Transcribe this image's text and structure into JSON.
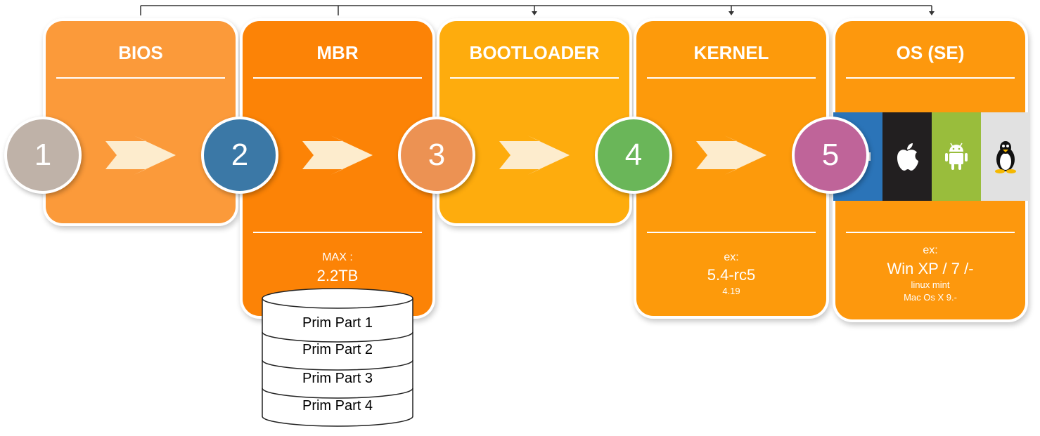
{
  "stages": [
    {
      "title": "BIOS",
      "color": "#fb9a3a"
    },
    {
      "title": "MBR",
      "color": "#fc8306",
      "info": {
        "label": "MAX :",
        "value": "2.2TB"
      }
    },
    {
      "title": "BOOTLOADER",
      "color": "#feac0d"
    },
    {
      "title": "KERNEL",
      "color": "#fd9a0b",
      "info": {
        "label": "ex:",
        "value": "5.4-rc5",
        "sub": "4.19"
      }
    },
    {
      "title": "OS (SE)",
      "color": "#fd980d",
      "info": {
        "label": "ex:",
        "value": "Win XP / 7 /-",
        "sub1": "linux mint",
        "sub2": "Mac Os X 9.-"
      }
    }
  ],
  "steps": [
    {
      "number": "1",
      "color": "#bfb2a8"
    },
    {
      "number": "2",
      "color": "#3b78a6"
    },
    {
      "number": "3",
      "color": "#ec9253"
    },
    {
      "number": "4",
      "color": "#6ab659"
    },
    {
      "number": "5",
      "color": "#bf6499"
    }
  ],
  "arrow_color": "#fdeccd",
  "os_icons": [
    {
      "icon": "windows-icon",
      "color": "#2b74b8"
    },
    {
      "icon": "apple-icon",
      "color": "#221f20"
    },
    {
      "icon": "android-icon",
      "color": "#99bd3c"
    },
    {
      "icon": "linux-tux-icon",
      "color": "#e1e1e1"
    }
  ],
  "partitions": [
    "Prim Part 1",
    "Prim Part 2",
    "Prim Part 3",
    "Prim Part 4"
  ]
}
